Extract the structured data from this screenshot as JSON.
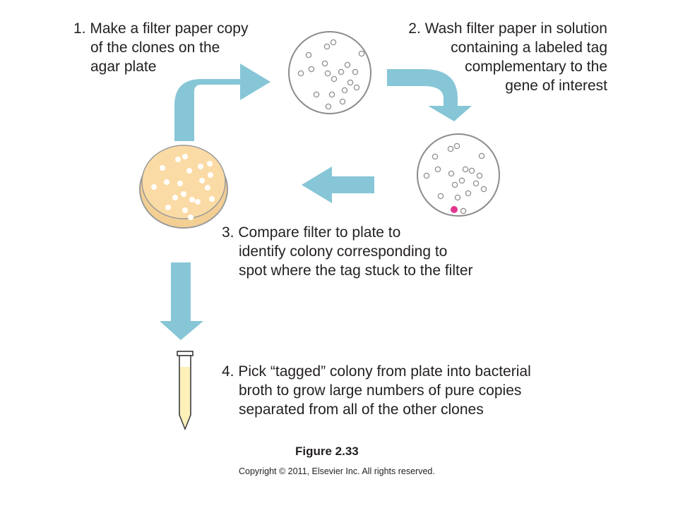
{
  "steps": [
    {
      "number": "1.",
      "lines": [
        "Make a filter paper copy",
        "of the clones on the",
        "agar plate"
      ]
    },
    {
      "number": "2.",
      "lines": [
        "Wash filter paper in solution",
        "containing a labeled tag",
        "complementary to the",
        "gene of interest"
      ]
    },
    {
      "number": "3.",
      "lines": [
        "Compare filter to plate to",
        "identify colony corresponding to",
        "spot where the tag stuck to the filter"
      ]
    },
    {
      "number": "4.",
      "lines": [
        "Pick “tagged” colony from plate into bacterial",
        "broth to grow large numbers of pure copies",
        "separated from all of the other clones"
      ]
    }
  ],
  "figure_label": "Figure 2.33",
  "copyright": "Copyright © 2011, Elsevier Inc. All rights reserved.",
  "colors": {
    "arrow": "#86c6d6",
    "plate_fill": "#fbdba5",
    "plate_rim": "#9b9b9b",
    "filter_border": "#8c8c8c",
    "colony_outline": "#8f8f8f",
    "tag_spot": "#e2378f",
    "tube_fill": "#fdf0b8",
    "tube_outline": "#3a3a3a"
  }
}
